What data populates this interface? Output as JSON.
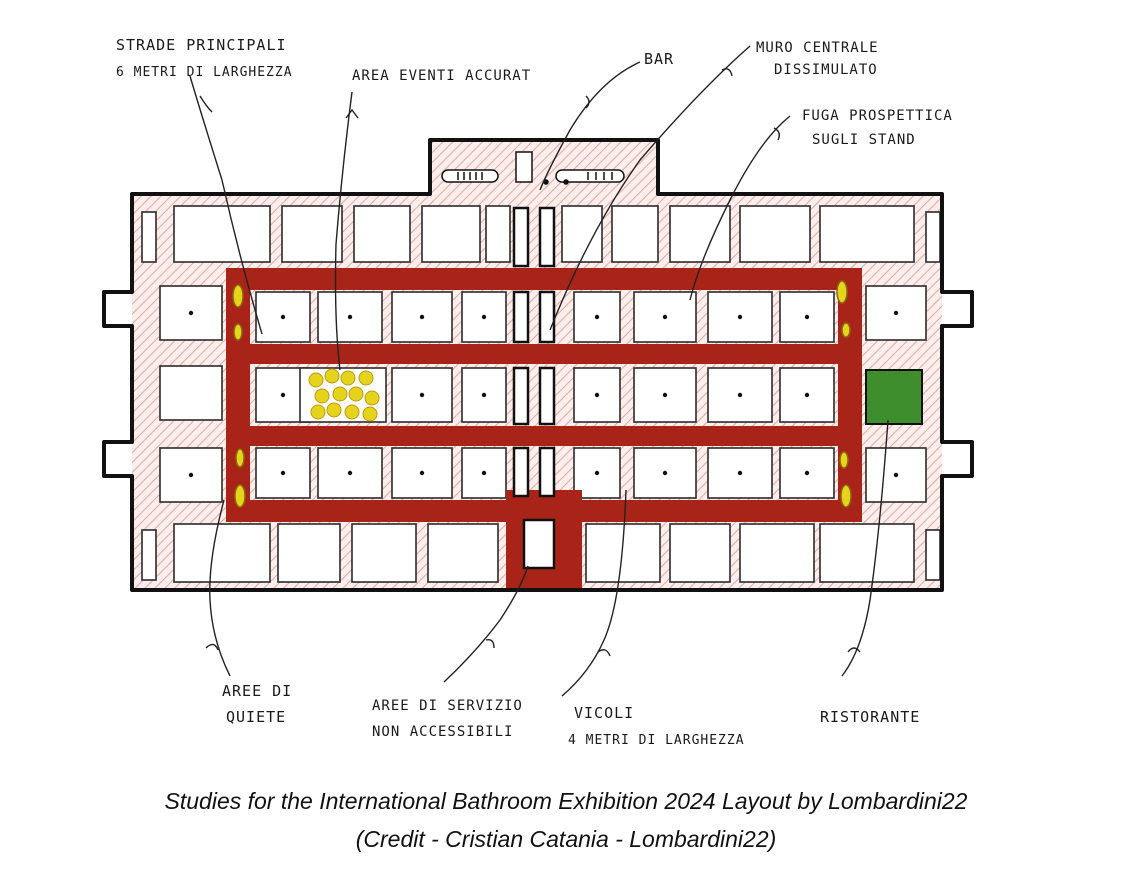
{
  "labels": {
    "strade_principali_1": "STRADE PRINCIPALI",
    "strade_principali_2": "6 METRI DI LARGHEZZA",
    "area_eventi": "AREA EVENTI ACCURAT",
    "bar": "BAR",
    "muro_centrale_1": "MURO CENTRALE",
    "muro_centrale_2": "DISSIMULATO",
    "fuga_prospettica_1": "FUGA PROSPETTICA",
    "fuga_prospettica_2": "SUGLI STAND",
    "aree_quiete_1": "AREE DI",
    "aree_quiete_2": "QUIETE",
    "aree_servizio_1": "AREE DI SERVIZIO",
    "aree_servizio_2": "NON ACCESSIBILI",
    "vicoli_1": "VICOLI",
    "vicoli_2": "4 METRI DI LARGHEZZA",
    "ristorante": "RISTORANTE"
  },
  "caption": {
    "line1": "Studies for the International Bathroom Exhibition 2024 Layout by Lombardini22",
    "line2": "(Credit - Cristian Catania - Lombardini22)"
  },
  "colors": {
    "road": "#a82418",
    "hatch": "#e3a8a0",
    "event_area": "#e6d41c",
    "restaurant": "#3f8e2e",
    "ink": "#111111"
  }
}
